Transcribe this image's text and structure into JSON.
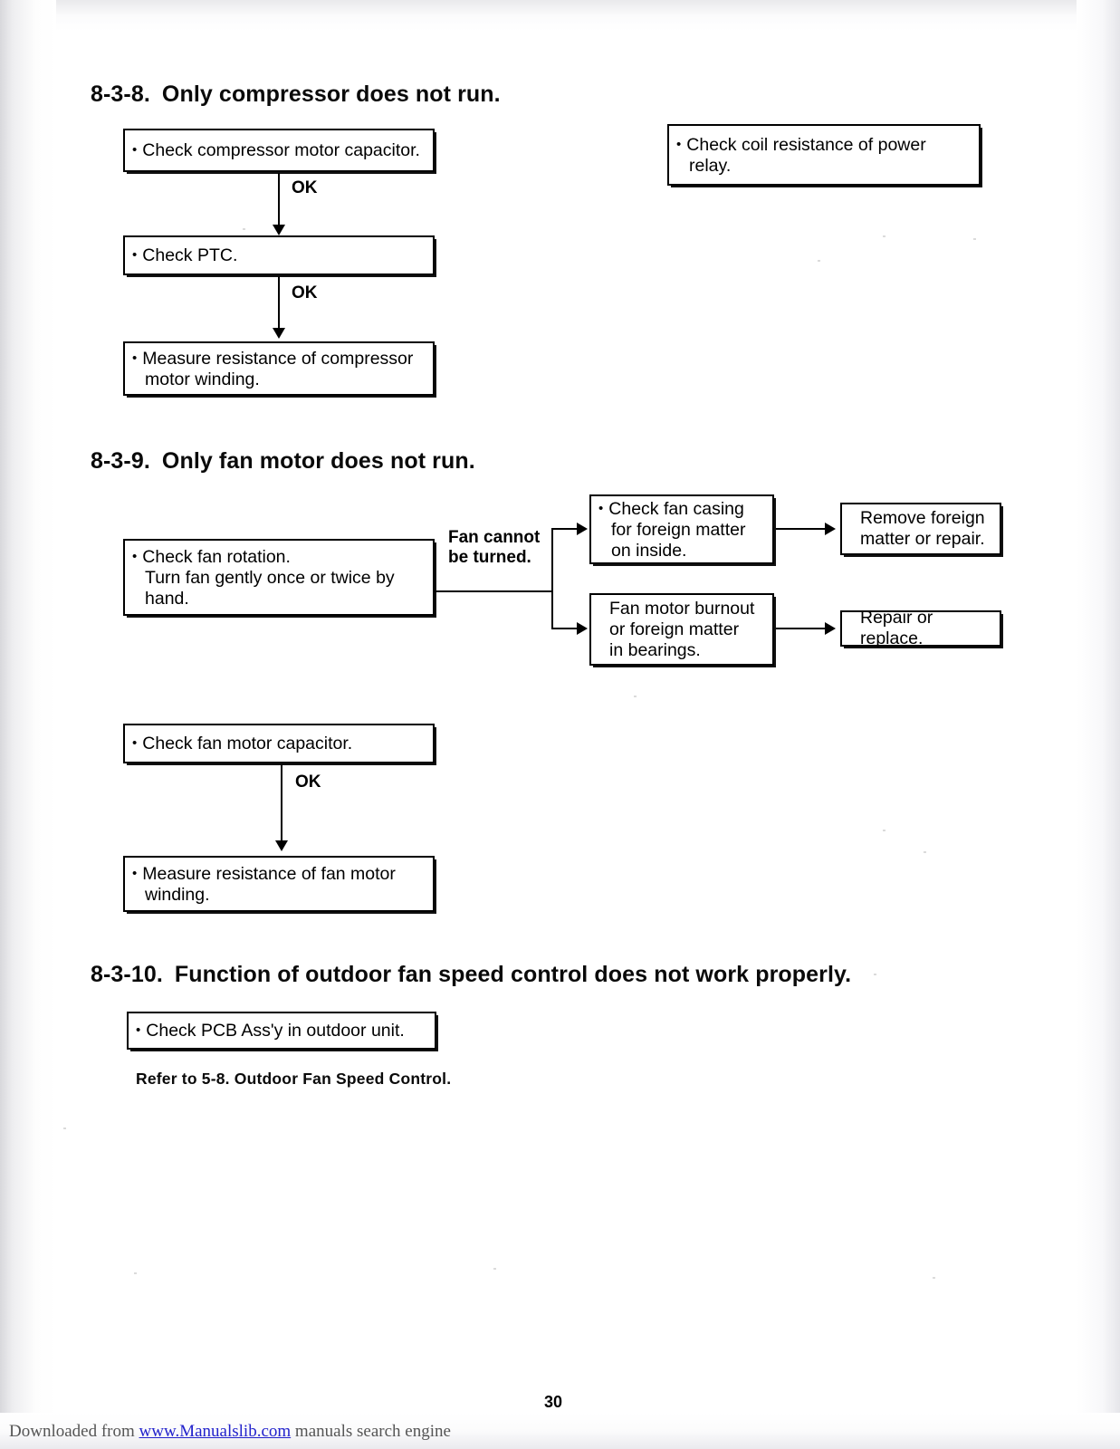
{
  "page": {
    "number": "30",
    "footer_prefix": "Downloaded from ",
    "footer_link": "www.Manualslib.com",
    "footer_suffix": " manuals search engine"
  },
  "sections": [
    {
      "id": "8-3-8",
      "number": "8-3-8.",
      "title": "Only compressor does not run.",
      "boxes": [
        {
          "name": "check-compressor-motor-capacitor",
          "text": "Check compressor motor capacitor."
        },
        {
          "name": "check-ptc",
          "text": "Check PTC."
        },
        {
          "name": "measure-resistance-compressor-motor-winding",
          "text": "Measure resistance of compressor\nmotor winding."
        },
        {
          "name": "check-coil-resistance-power-relay",
          "text": "Check coil resistance of power\nrelay."
        }
      ],
      "edge_labels": [
        "OK",
        "OK"
      ]
    },
    {
      "id": "8-3-9",
      "number": "8-3-9.",
      "title": "Only fan motor does not run.",
      "boxes": [
        {
          "name": "check-fan-rotation",
          "text": "Check fan rotation.\nTurn fan gently once or twice by\nhand."
        },
        {
          "name": "check-fan-casing-foreign-matter",
          "text": "Check fan casing\nfor foreign matter\non inside."
        },
        {
          "name": "fan-motor-burnout",
          "text": "Fan motor burnout\nor foreign matter\nin bearings."
        },
        {
          "name": "remove-foreign-matter-or-repair",
          "text": "Remove foreign\nmatter or repair."
        },
        {
          "name": "repair-or-replace",
          "text": "Repair or replace."
        },
        {
          "name": "check-fan-motor-capacitor",
          "text": "Check fan motor capacitor."
        },
        {
          "name": "measure-resistance-fan-motor-winding",
          "text": "Measure resistance of fan motor\nwinding."
        }
      ],
      "edge_labels": [
        "Fan cannot\nbe turned.",
        "OK"
      ]
    },
    {
      "id": "8-3-10",
      "number": "8-3-10.",
      "title": "Function of outdoor fan speed control does not work properly.",
      "boxes": [
        {
          "name": "check-pcb-assy-outdoor-unit",
          "text": "Check PCB Ass'y in outdoor unit."
        }
      ],
      "note": "Refer to 5-8. Outdoor Fan Speed Control."
    }
  ]
}
